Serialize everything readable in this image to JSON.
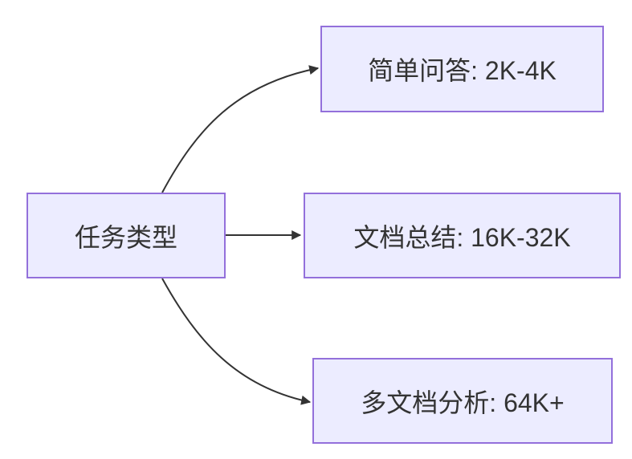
{
  "diagram": {
    "type": "flowchart",
    "direction": "left-to-right",
    "root": {
      "label": "任务类型"
    },
    "children": [
      {
        "label": "简单问答: 2K-4K"
      },
      {
        "label": "文档总结: 16K-32K"
      },
      {
        "label": "多文档分析: 64K+"
      }
    ],
    "edges": [
      {
        "from": "任务类型",
        "to": "简单问答: 2K-4K"
      },
      {
        "from": "任务类型",
        "to": "文档总结: 16K-32K"
      },
      {
        "from": "任务类型",
        "to": "多文档分析: 64K+"
      }
    ],
    "colors": {
      "node_fill": "#ECECFF",
      "node_border": "#9370DB",
      "edge_stroke": "#333333",
      "text": "#333333",
      "background": "#FFFFFF"
    }
  }
}
